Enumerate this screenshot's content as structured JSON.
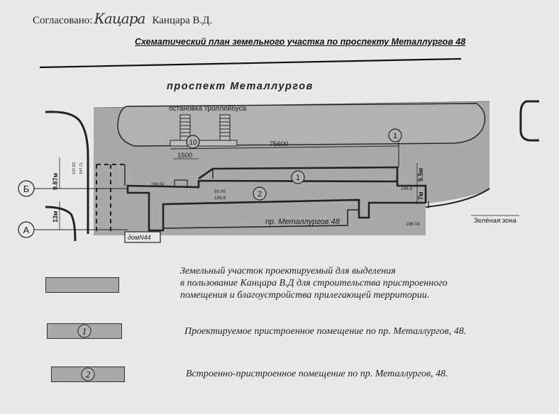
{
  "header": {
    "approved_label": "Согласовано:",
    "signature": "Кацара",
    "approved_name": "Канцара В.Д.",
    "title": "Схематический план земельного участка по проспекту Металлургов 48"
  },
  "plan": {
    "street_top": "проспект Металлургов",
    "trolleybus_stop": "остановка троллейбуса",
    "dimension_main": "75600",
    "dimension_small": "1500",
    "dim_9_87": "9.87м",
    "dim_13": "13м",
    "dim_5_5": "5.5м",
    "dim_7": "7м",
    "street_inner": "пр. Металлургов 48",
    "house": "домN44",
    "green_zone": "Зелёная зона",
    "axis_b": "Б",
    "axis_a": "А",
    "marker_1": "1",
    "marker_2": "2",
    "marker_10": "10",
    "elev_196_56_a": "196.56",
    "elev_196_56_b": "196.56",
    "elev_196_8": "196.8",
    "elev_196_8b": "196.8",
    "elev_50_00": "50.00",
    "elev_197_83": "197.83",
    "elev_197_71": "197.71"
  },
  "legend": {
    "items": [
      {
        "marker": "",
        "text_lines": [
          "Земельный участок проектируемый для выделения",
          "в пользование Канцара В.Д для строительства пристроенного",
          "помещения и благоустройства прилегающей территории."
        ]
      },
      {
        "marker": "1",
        "text_lines": [
          "Проектируемое пристроенное помещение по пр. Металлургов, 48."
        ]
      },
      {
        "marker": "2",
        "text_lines": [
          "Встроенно-пристроенное помещение по пр. Металлургов, 48."
        ]
      }
    ]
  },
  "colors": {
    "fill": "#a9a9a9",
    "line": "#222222",
    "paper": "#e9e9e9"
  }
}
